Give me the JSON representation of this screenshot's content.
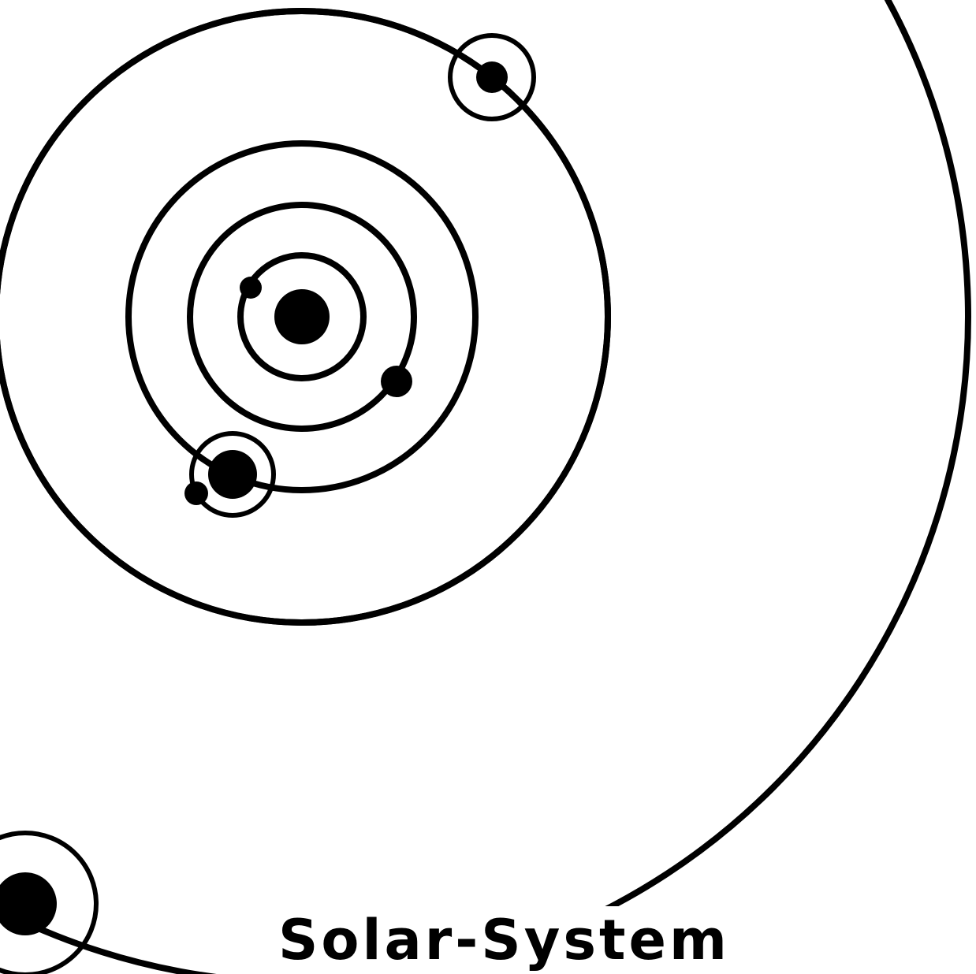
{
  "title": "Solar-System",
  "colors": {
    "background": "#ffffff",
    "ink": "#000000"
  },
  "bodies": [
    {
      "name": "sun"
    },
    {
      "name": "planet-1"
    },
    {
      "name": "planet-2"
    },
    {
      "name": "planet-3",
      "moons": 1
    },
    {
      "name": "planet-4",
      "ringed": true
    },
    {
      "name": "planet-5",
      "ringed": true
    }
  ]
}
